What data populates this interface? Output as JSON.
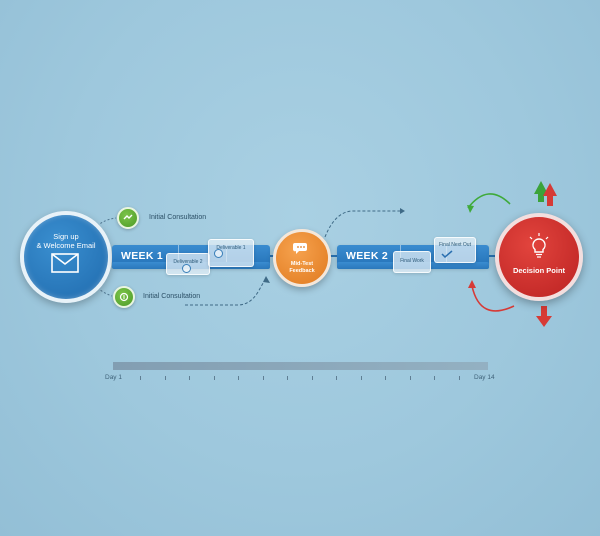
{
  "start_node": {
    "title": "Sign up\n& Welcome Email",
    "icon": "envelope-icon"
  },
  "consult_top": {
    "label": "Initial Consultation",
    "icon": "handshake-icon"
  },
  "consult_bottom": {
    "label": "Initial Consultation",
    "icon": "coin-icon"
  },
  "week1": {
    "label": "WEEK 1",
    "card_a": "Deliverable 2",
    "card_b": "Deliverable 1"
  },
  "mid_node": {
    "title": "Mid-Test\nFeedback",
    "icon": "chat-bubbles-icon"
  },
  "week2": {
    "label": "WEEK 2",
    "card_a": "Final Work",
    "card_b": "Final Next Out"
  },
  "decision_node": {
    "title": "Decision Point",
    "icon": "lightbulb-icon"
  },
  "timeline": {
    "start_label": "Day 1",
    "end_label": "Day 14"
  },
  "colors": {
    "background": "#9ec8dd",
    "start_blue": "#1f6aad",
    "bar_blue": "#2573b8",
    "mid_orange": "#e07a1f",
    "decision_red": "#bb2222",
    "arrow_green": "#3faa3a",
    "arrow_red": "#d63a36"
  }
}
